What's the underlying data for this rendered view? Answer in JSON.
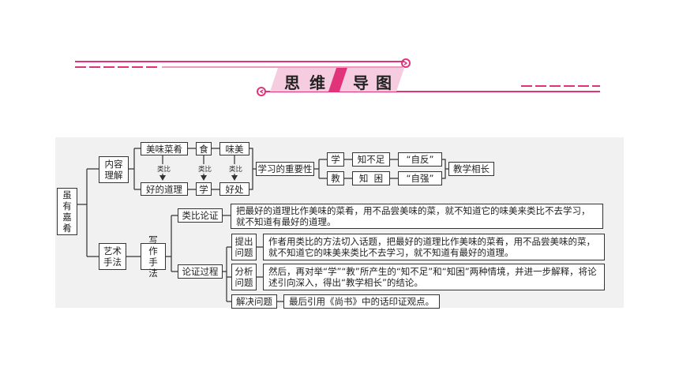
{
  "banner": {
    "title_chars": [
      "思",
      "维",
      "导",
      "图"
    ]
  },
  "root": {
    "label": "虽有嘉肴"
  },
  "branch_content": {
    "label": "内容理解",
    "top_row": [
      "美味菜肴",
      "食",
      "味美"
    ],
    "bottom_row": [
      "好的道理",
      "学",
      "好处"
    ],
    "relation_labels": [
      "类比",
      "类比",
      "类比"
    ],
    "importance": "学习的重要性",
    "learn": "学",
    "teach": "教",
    "learn_lack": "知不足",
    "teach_hard": "知  困",
    "learn_result": "“自反”",
    "teach_result": "“自强”",
    "conclusion": "教学相长"
  },
  "branch_art": {
    "label": "艺术手法",
    "writing": "写作手法",
    "analogy": {
      "label": "类比论证",
      "text": "把最好的道理比作美味的菜肴，用不品尝美味的菜，就不知道它的味美来类比不去学习，就不知道有最好的道理。"
    },
    "process": {
      "label": "论证过程",
      "steps": [
        {
          "label": "提出问题",
          "text": "作者用类比的方法切入话题，把最好的道理比作美味的菜肴，用不品尝美味的菜，就不知道它的味美来类比不去学习，就不知道有最好的道理。"
        },
        {
          "label": "分析问题",
          "text": "然后，再对举“学”“教”所产生的“知不足”和“知困”两种情境，并进一步解释，将论述引向深入，得出“教学相长”的结论。"
        },
        {
          "label": "解决问题",
          "text": "最后引用《尚书》中的话印证观点。"
        }
      ]
    }
  },
  "colors": {
    "accent": "#e0337a",
    "line": "#333333",
    "panel": "#f1f1f1"
  }
}
